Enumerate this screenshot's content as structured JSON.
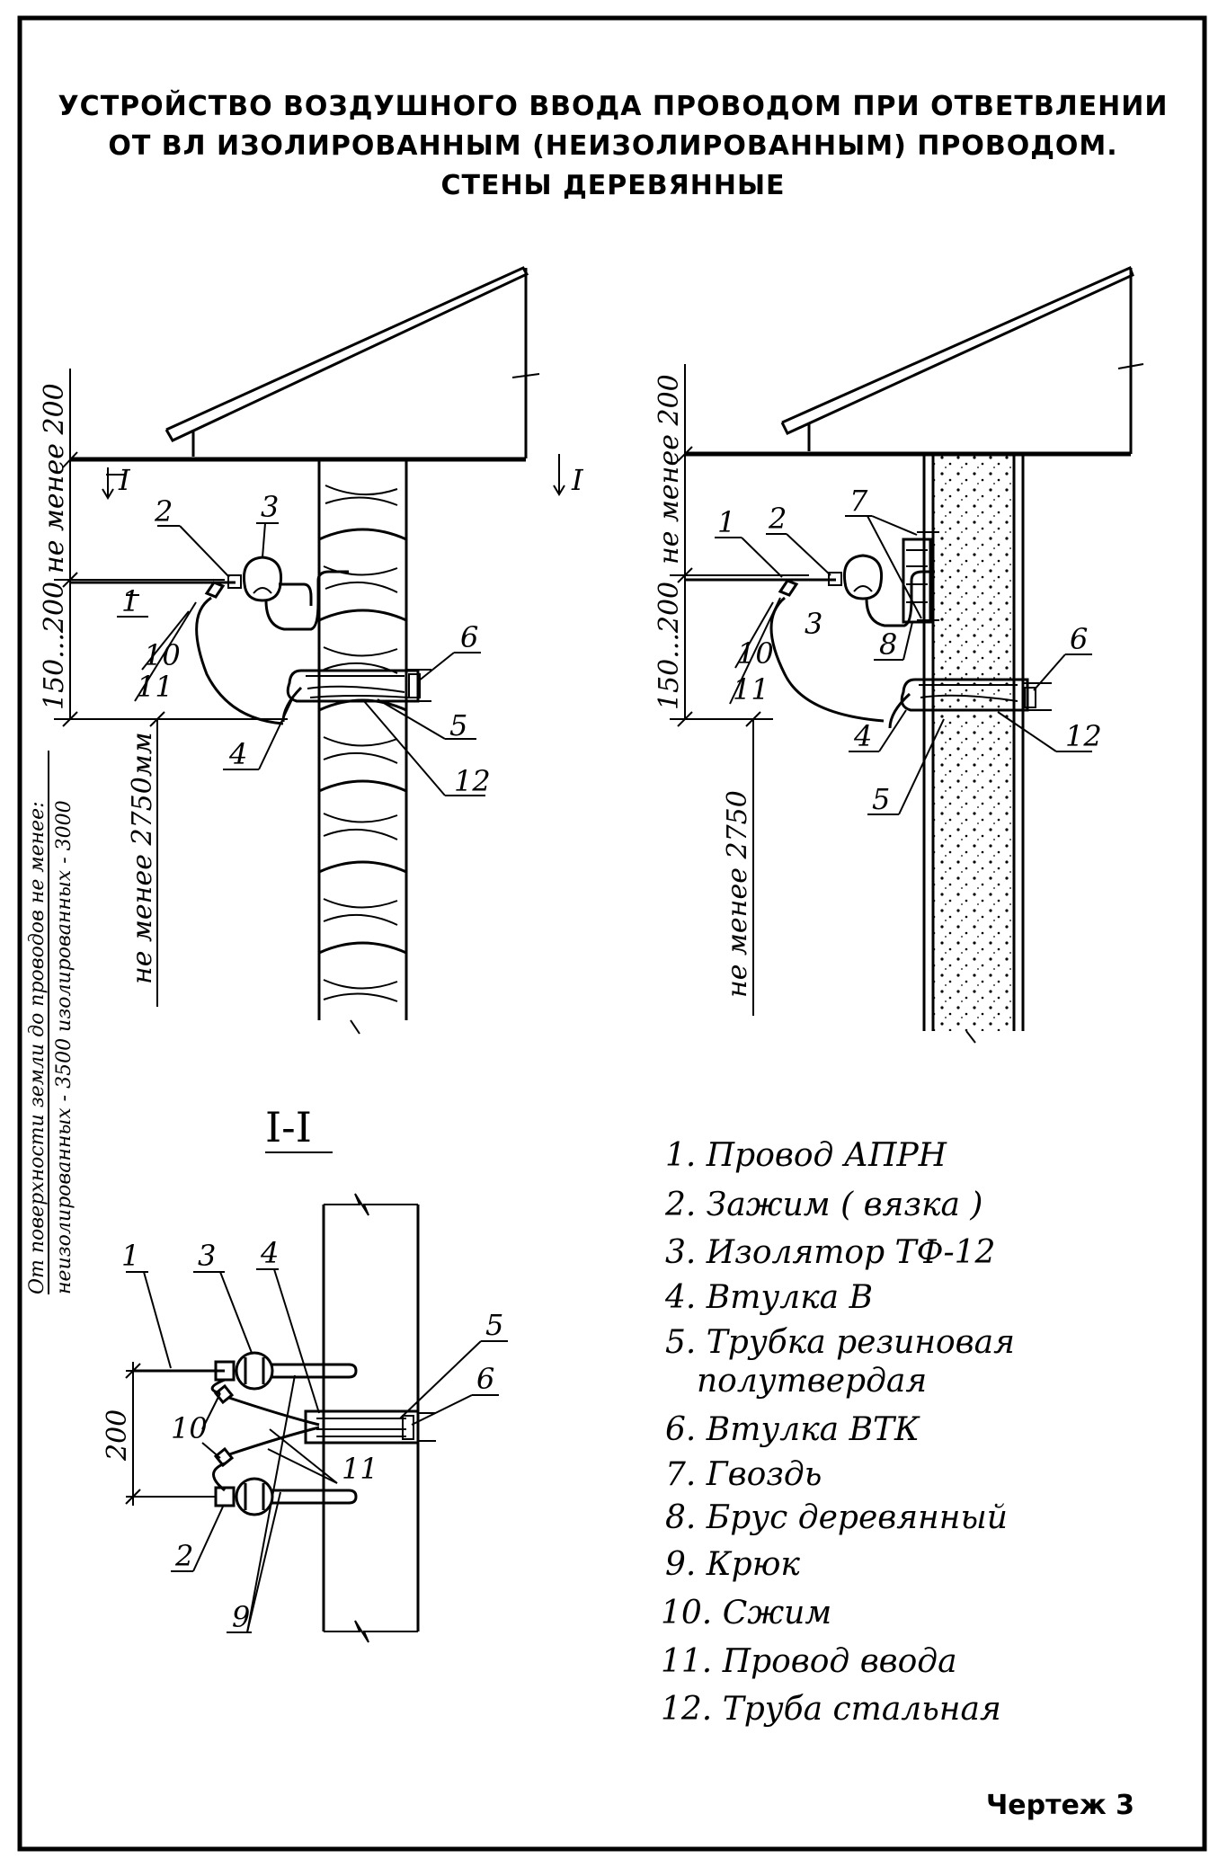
{
  "title": {
    "line1": "УСТРОЙСТВО ВОЗДУШНОГО ВВОДА ПРОВОДОМ ПРИ ОТВЕТВЛЕНИИ",
    "line2": "ОТ ВЛ ИЗОЛИРОВАННЫМ (НЕИЗОЛИРОВАННЫМ) ПРОВОДОМ.",
    "line3": "СТЕНЫ ДЕРЕВЯННЫЕ"
  },
  "left_view": {
    "dim_top": "не менее 200",
    "dim_mid": "150...200",
    "dim_bottom": "не менее 2750мм",
    "section_mark": "I",
    "callouts": [
      "1",
      "2",
      "3",
      "4",
      "5",
      "6",
      "10",
      "11",
      "12"
    ]
  },
  "right_view": {
    "dim_top": "не менее 200",
    "dim_mid": "150...200",
    "dim_bottom": "не менее 2750",
    "callouts": [
      "1",
      "2",
      "3",
      "4",
      "5",
      "6",
      "7",
      "8",
      "10",
      "11",
      "12"
    ]
  },
  "side_note": {
    "line1": "От поверхности земли до проводов не менее:",
    "line2": "неизолированных - 3500   изолированных - 3000"
  },
  "section_view": {
    "label": "I-I",
    "dim": "200",
    "callouts": [
      "1",
      "3",
      "4",
      "5",
      "6",
      "10",
      "11",
      "2",
      "9"
    ]
  },
  "legend": [
    "1. Провод  АПРН",
    "2. Зажим  ( вязка )",
    "3. Изолятор  ТФ-12",
    "4. Втулка  В",
    "5. Трубка  резиновая",
    "полутвердая",
    "6. Втулка    ВТК",
    "7. Гвоздь",
    "8. Брус  деревянный",
    "9. Крюк",
    "10. Сжим",
    "11. Провод  ввода",
    "12. Труба  стальная"
  ],
  "stamp": "Чертеж 3"
}
